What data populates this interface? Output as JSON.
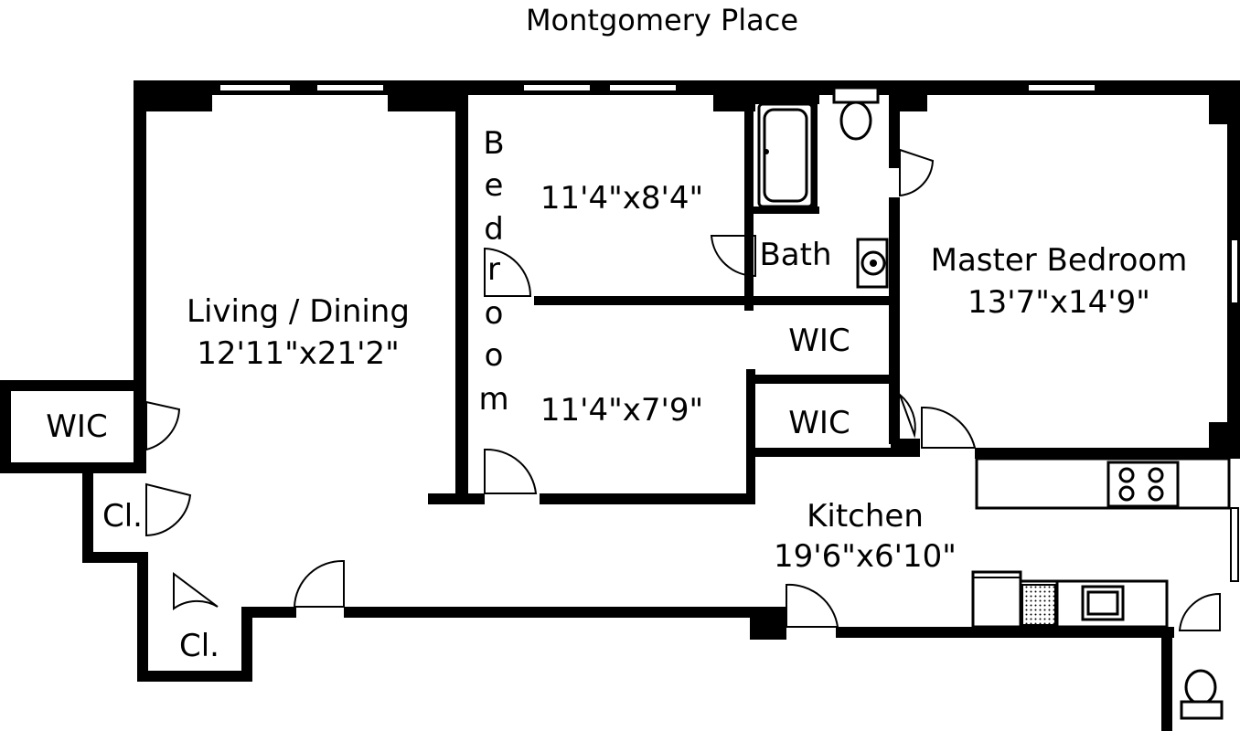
{
  "street": "Montgomery Place",
  "rooms": {
    "living": {
      "name": "Living / Dining",
      "dims": "12'11\"x21'2\""
    },
    "bedroom_vertical_label": [
      "B",
      "e",
      "d",
      "r",
      "o",
      "o",
      "m"
    ],
    "bedroom1_dims": "11'4\"x8'4\"",
    "bedroom2_dims": "11'4\"x7'9\"",
    "bath": "Bath",
    "master": {
      "name": "Master Bedroom",
      "dims": "13'7\"x14'9\""
    },
    "wic_upper": "WIC",
    "wic_lower": "WIC",
    "wic_left": "WIC",
    "closet_upper": "Cl.",
    "closet_lower": "Cl.",
    "kitchen": {
      "name": "Kitchen",
      "dims": "19'6\"x6'10\""
    }
  },
  "icons": [
    "bathtub-icon",
    "toilet-icon",
    "sink-icon",
    "stove-icon",
    "kitchen-sink-icon",
    "dishwasher-icon",
    "toilet-icon-corner"
  ]
}
